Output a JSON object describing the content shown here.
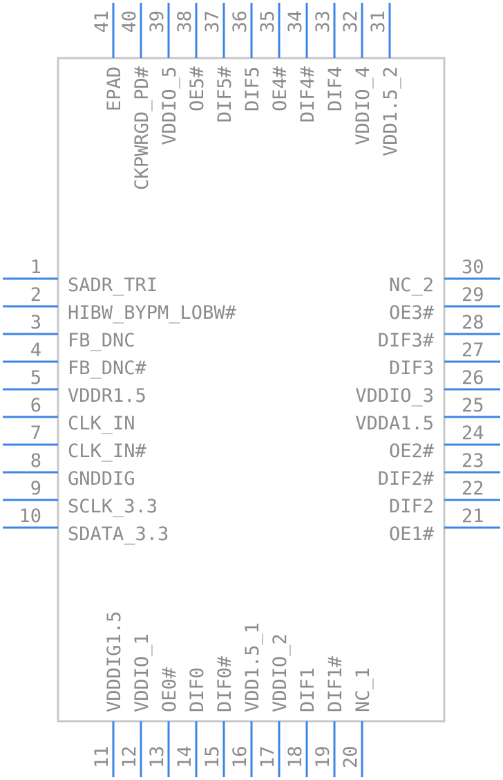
{
  "colors": {
    "body_outline": "#c8c8c8",
    "pin_line": "#3d86e6",
    "text": "#8c8c8c"
  },
  "pins": {
    "left": [
      {
        "num": "1",
        "name": "SADR_TRI"
      },
      {
        "num": "2",
        "name": "HIBW_BYPM_LOBW#"
      },
      {
        "num": "3",
        "name": "FB_DNC"
      },
      {
        "num": "4",
        "name": "FB_DNC#"
      },
      {
        "num": "5",
        "name": "VDDR1.5"
      },
      {
        "num": "6",
        "name": "CLK_IN"
      },
      {
        "num": "7",
        "name": "CLK_IN#"
      },
      {
        "num": "8",
        "name": "GNDDIG"
      },
      {
        "num": "9",
        "name": "SCLK_3.3"
      },
      {
        "num": "10",
        "name": "SDATA_3.3"
      }
    ],
    "bottom": [
      {
        "num": "11",
        "name": "VDDDIG1.5"
      },
      {
        "num": "12",
        "name": "VDDIO_1"
      },
      {
        "num": "13",
        "name": "OE0#"
      },
      {
        "num": "14",
        "name": "DIF0"
      },
      {
        "num": "15",
        "name": "DIF0#"
      },
      {
        "num": "16",
        "name": "VDD1.5_1"
      },
      {
        "num": "17",
        "name": "VDDIO_2"
      },
      {
        "num": "18",
        "name": "DIF1"
      },
      {
        "num": "19",
        "name": "DIF1#"
      },
      {
        "num": "20",
        "name": "NC_1"
      }
    ],
    "right": [
      {
        "num": "21",
        "name": "OE1#"
      },
      {
        "num": "22",
        "name": "DIF2"
      },
      {
        "num": "23",
        "name": "DIF2#"
      },
      {
        "num": "24",
        "name": "OE2#"
      },
      {
        "num": "25",
        "name": "VDDA1.5"
      },
      {
        "num": "26",
        "name": "VDDIO_3"
      },
      {
        "num": "27",
        "name": "DIF3"
      },
      {
        "num": "28",
        "name": "DIF3#"
      },
      {
        "num": "29",
        "name": "OE3#"
      },
      {
        "num": "30",
        "name": "NC_2"
      }
    ],
    "top": [
      {
        "num": "31",
        "name": "VDD1.5_2"
      },
      {
        "num": "32",
        "name": "VDDIO_4"
      },
      {
        "num": "33",
        "name": "DIF4"
      },
      {
        "num": "34",
        "name": "DIF4#"
      },
      {
        "num": "35",
        "name": "OE4#"
      },
      {
        "num": "36",
        "name": "DIF5"
      },
      {
        "num": "37",
        "name": "DIF5#"
      },
      {
        "num": "38",
        "name": "OE5#"
      },
      {
        "num": "39",
        "name": "VDDIO_5"
      },
      {
        "num": "40",
        "name": "CKPWRGD_PD#"
      },
      {
        "num": "41",
        "name": "EPAD"
      }
    ]
  }
}
